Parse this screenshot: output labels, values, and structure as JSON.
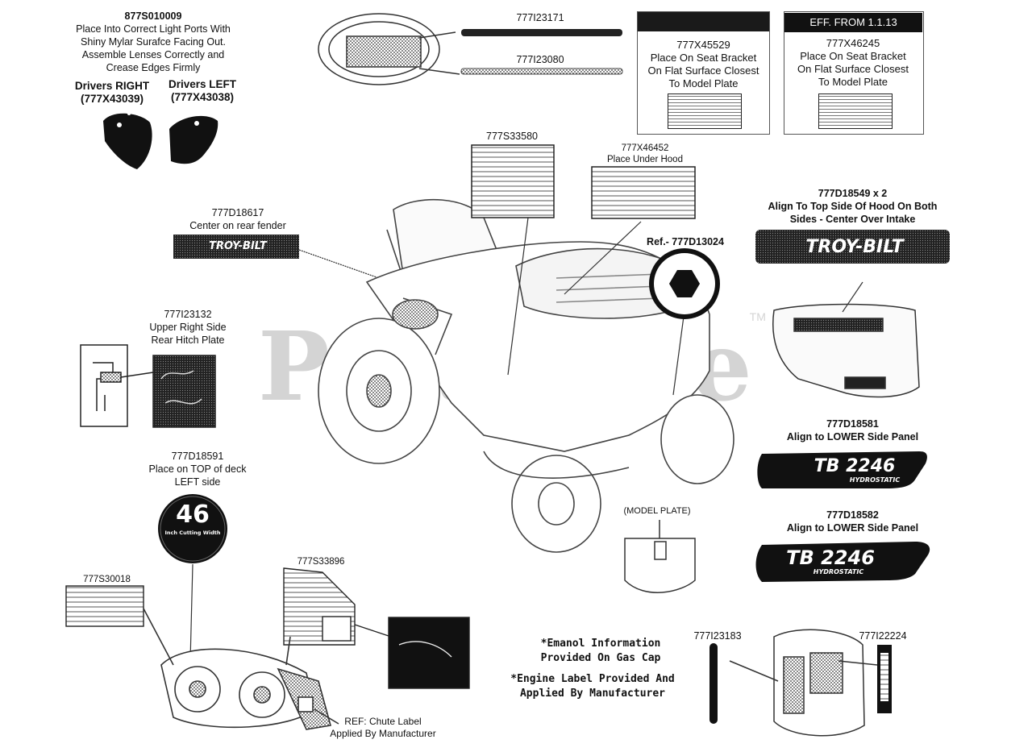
{
  "watermark": {
    "text": "PartsTree",
    "tm": "TM"
  },
  "brand_text": "TROY-BILT",
  "parts": [
    {
      "id": "877S010009",
      "lines": [
        "877S010009",
        "Place Into Correct Light Ports With",
        "Shiny Mylar Surafce Facing Out.",
        "Assemble Lenses Correctly and",
        "Crease Edges Firmly"
      ]
    },
    {
      "id": "lens_right",
      "lines": [
        "Drivers RIGHT",
        "(777X43039)"
      ]
    },
    {
      "id": "lens_left",
      "lines": [
        "Drivers LEFT",
        "(777X43038)"
      ]
    },
    {
      "id": "777I23171",
      "lines": [
        "777I23171"
      ]
    },
    {
      "id": "777I23080",
      "lines": [
        "777I23080"
      ]
    },
    {
      "id": "777X45529",
      "lines": [
        "777X45529",
        "Place On Seat Bracket",
        "On Flat Surface Closest",
        "To Model Plate"
      ]
    },
    {
      "id": "777X46245",
      "eff": "EFF. FROM 1.1.13",
      "lines": [
        "777X46245",
        "Place On Seat Bracket",
        "On Flat Surface Closest",
        "To Model Plate"
      ]
    },
    {
      "id": "777S33580",
      "lines": [
        "777S33580"
      ]
    },
    {
      "id": "777X46452",
      "lines": [
        "777X46452",
        "Place Under Hood"
      ]
    },
    {
      "id": "777D18617",
      "lines": [
        "777D18617",
        "Center on rear fender"
      ]
    },
    {
      "id": "777D13024",
      "lines": [
        "Ref.- 777D13024"
      ]
    },
    {
      "id": "777D18549",
      "lines": [
        "777D18549 x 2",
        "Align To Top Side Of Hood On Both",
        "Sides - Center Over Intake"
      ]
    },
    {
      "id": "777I23132",
      "lines": [
        "777I23132",
        "Upper Right Side",
        "Rear Hitch Plate"
      ]
    },
    {
      "id": "777D18581",
      "lines": [
        "777D18581",
        "Align to LOWER Side Panel"
      ]
    },
    {
      "id": "777D18582",
      "lines": [
        "777D18582",
        "Align to LOWER Side Panel"
      ]
    },
    {
      "id": "777D18591",
      "lines": [
        "777D18591",
        "Place on TOP of deck",
        "LEFT side"
      ]
    },
    {
      "id": "model_plate",
      "lines": [
        "(MODEL PLATE)"
      ]
    },
    {
      "id": "777S33896",
      "lines": [
        "777S33896"
      ]
    },
    {
      "id": "777S30018",
      "lines": [
        "777S30018"
      ]
    },
    {
      "id": "emission_note",
      "lines": [
        "*Emanol Information",
        "Provided On Gas Cap"
      ]
    },
    {
      "id": "engine_note",
      "lines": [
        "*Engine Label Provided And",
        "Applied By Manufacturer"
      ]
    },
    {
      "id": "777I23183",
      "lines": [
        "777I23183"
      ]
    },
    {
      "id": "777I22224",
      "lines": [
        "777I22224"
      ]
    },
    {
      "id": "chute_note",
      "lines": [
        "REF: Chute Label",
        "Applied By Manufacturer"
      ]
    }
  ],
  "decal_text": {
    "tb_model": "TB 2246",
    "tb_sub": "HYDROSTATIC",
    "deck_size": "46",
    "deck_sub": "Inch Cutting Width"
  }
}
